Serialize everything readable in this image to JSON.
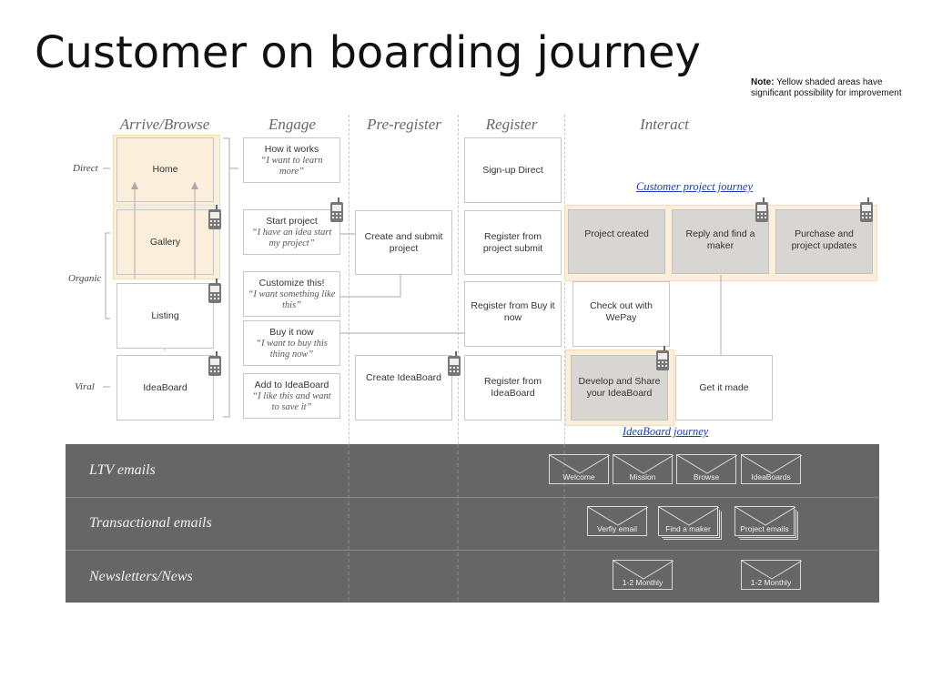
{
  "title": "Customer on boarding journey",
  "note": {
    "label": "Note:",
    "text": "Yellow shaded areas have significant possibility for improvement"
  },
  "columns": [
    "Arrive/Browse",
    "Engage",
    "Pre-register",
    "Register",
    "Interact"
  ],
  "row_labels": {
    "direct": "Direct",
    "organic": "Organic",
    "viral": "Viral"
  },
  "arrive": {
    "home": "Home",
    "gallery": "Gallery",
    "listing": "Listing",
    "ideaboard": "IdeaBoard"
  },
  "engage": [
    {
      "title": "How it works",
      "quote": "“I want to learn more”"
    },
    {
      "title": "Start project",
      "quote": "“I have an idea start my project”"
    },
    {
      "title": "Customize this!",
      "quote": "“I want something like this”"
    },
    {
      "title": "Buy it now",
      "quote": "“I want to buy this thing now”"
    },
    {
      "title": "Add to IdeaBoard",
      "quote": "“I like this and want to save it”"
    }
  ],
  "preregister": {
    "create_submit": "Create and submit project",
    "create_ideaboard": "Create IdeaBoard"
  },
  "register": {
    "signup": "Sign-up Direct",
    "from_project": "Register from project submit",
    "from_buy": "Register from Buy it now",
    "from_ideaboard": "Register from IdeaBoard"
  },
  "interact": {
    "customer_project_link": "Customer project journey",
    "project_created": "Project created",
    "reply_find": "Reply and find a maker",
    "purchase": "Purchase and project updates",
    "checkout": "Check out with WePay",
    "develop_share": "Develop and Share your IdeaBoard",
    "get_made": "Get it made",
    "ideaboard_link": "IdeaBoard journey"
  },
  "bands": {
    "ltv": {
      "label": "LTV emails",
      "emails": [
        "Welcome",
        "Mission",
        "Browse",
        "IdeaBoards"
      ]
    },
    "transactional": {
      "label": "Transactional emails",
      "emails": [
        "Verfiy email",
        "Find a maker",
        "Project emails"
      ]
    },
    "newsletters": {
      "label": "Newsletters/News",
      "emails": [
        "1-2 Monthly",
        "1-2 Monthly"
      ]
    }
  },
  "colors": {
    "highlight": "#fbeedb",
    "shaded_box": "#d8d6d3",
    "band": "#666666",
    "link": "#1f3bb0"
  }
}
